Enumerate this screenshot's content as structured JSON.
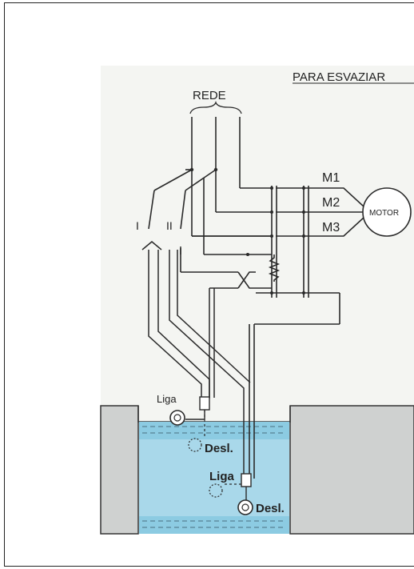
{
  "title": "PARA ESVAZIAR",
  "supply_label": "REDE",
  "switch_labels": {
    "one": "I",
    "two": "II"
  },
  "motor": {
    "label": "MOTOR",
    "terminals": [
      "M1",
      "M2",
      "M3"
    ]
  },
  "float_upper": {
    "on_label": "Liga",
    "off_label": "Desl."
  },
  "float_lower": {
    "on_label": "Liga",
    "off_label": "Desl."
  },
  "colors": {
    "water": "#a9d8ea",
    "water_dark": "#7fc3dc",
    "ground": "#cfd1d0",
    "wire": "#2a2a2a",
    "paper": "#f4f5f2"
  }
}
